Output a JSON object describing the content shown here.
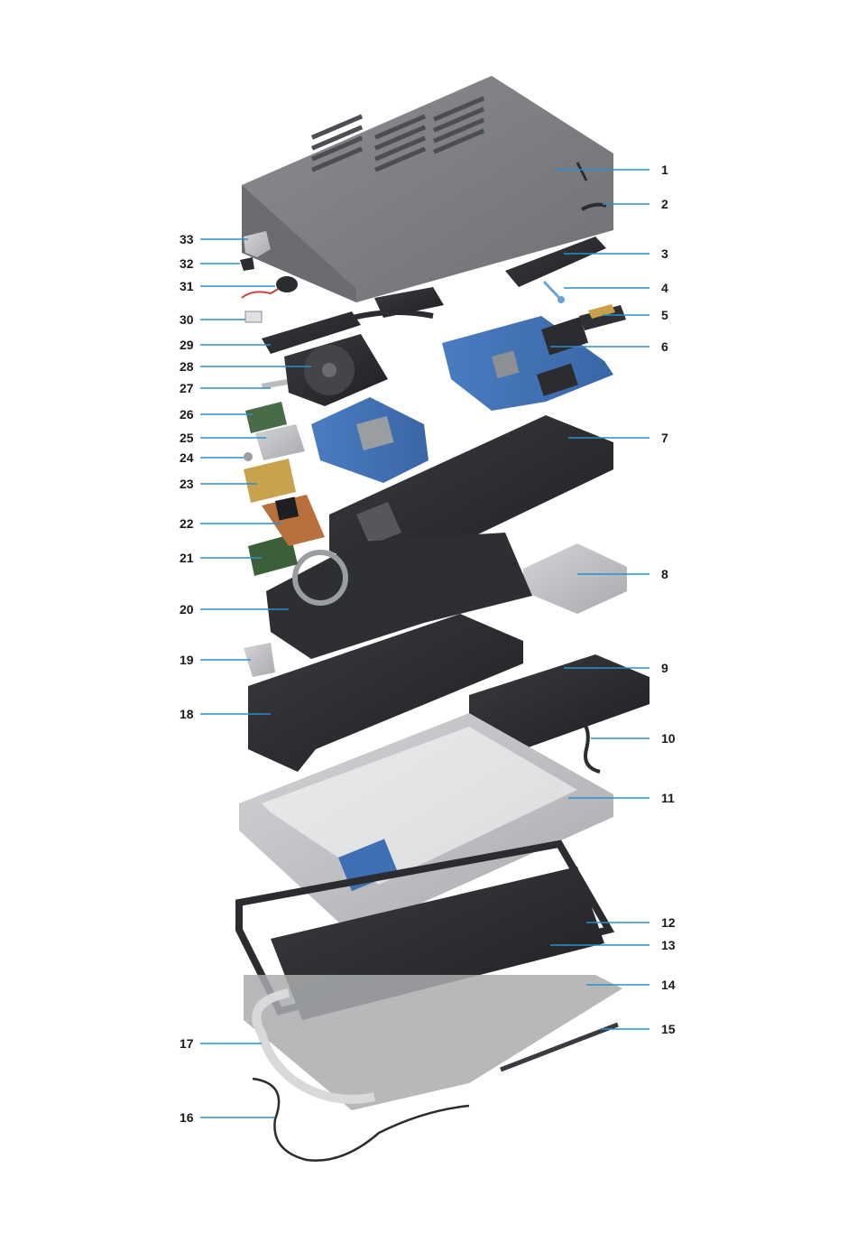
{
  "callouts": [
    {
      "id": "1",
      "label": "1"
    },
    {
      "id": "2",
      "label": "2"
    },
    {
      "id": "3",
      "label": "3"
    },
    {
      "id": "4",
      "label": "4"
    },
    {
      "id": "5",
      "label": "5"
    },
    {
      "id": "6",
      "label": "6"
    },
    {
      "id": "7",
      "label": "7"
    },
    {
      "id": "8",
      "label": "8"
    },
    {
      "id": "9",
      "label": "9"
    },
    {
      "id": "10",
      "label": "10"
    },
    {
      "id": "11",
      "label": "11"
    },
    {
      "id": "12",
      "label": "12"
    },
    {
      "id": "13",
      "label": "13"
    },
    {
      "id": "14",
      "label": "14"
    },
    {
      "id": "15",
      "label": "15"
    },
    {
      "id": "16",
      "label": "16"
    },
    {
      "id": "17",
      "label": "17"
    },
    {
      "id": "18",
      "label": "18"
    },
    {
      "id": "19",
      "label": "19"
    },
    {
      "id": "20",
      "label": "20"
    },
    {
      "id": "21",
      "label": "21"
    },
    {
      "id": "22",
      "label": "22"
    },
    {
      "id": "23",
      "label": "23"
    },
    {
      "id": "24",
      "label": "24"
    },
    {
      "id": "25",
      "label": "25"
    },
    {
      "id": "26",
      "label": "26"
    },
    {
      "id": "27",
      "label": "27"
    },
    {
      "id": "28",
      "label": "28"
    },
    {
      "id": "29",
      "label": "29"
    },
    {
      "id": "30",
      "label": "30"
    },
    {
      "id": "31",
      "label": "31"
    },
    {
      "id": "32",
      "label": "32"
    },
    {
      "id": "33",
      "label": "33"
    }
  ],
  "colors": {
    "callout_line": "#2a8fc9",
    "base_cover": "#7d7f83",
    "board": "#3f6fb3",
    "dark_part": "#2b2c2f",
    "silver_part": "#b9bbbe",
    "copper": "#b8703c"
  }
}
